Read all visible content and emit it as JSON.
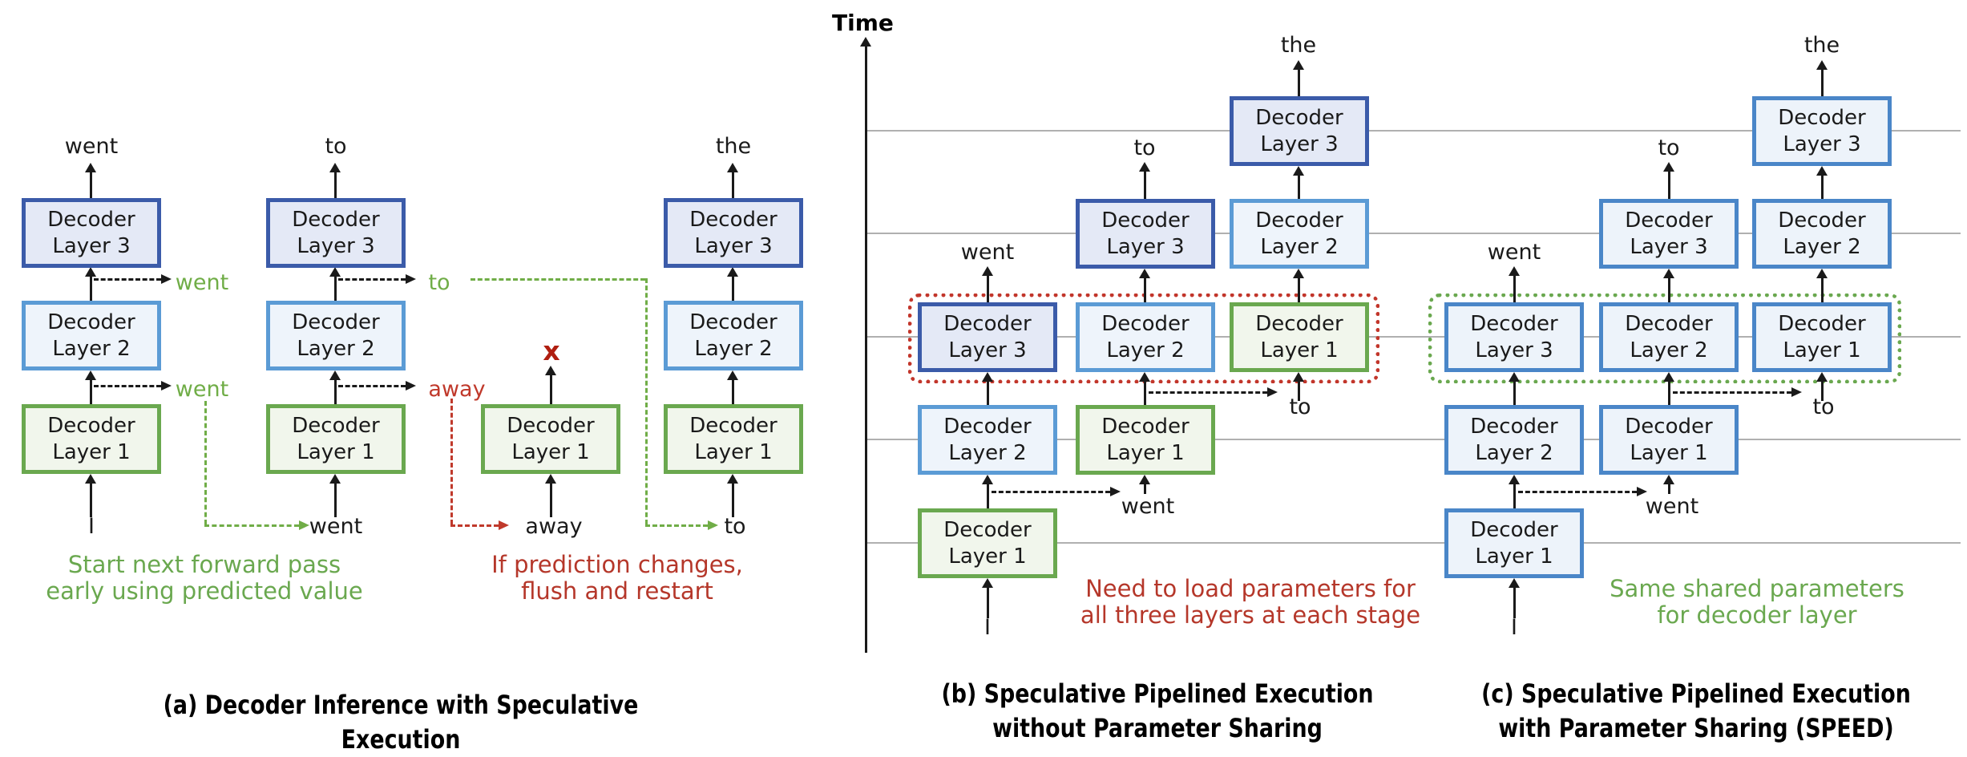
{
  "figure_title": "Speculative decoder execution figure",
  "labels": {
    "decoder_layer_1": "Decoder Layer 1",
    "decoder_layer_2": "Decoder Layer 2",
    "decoder_layer_3": "Decoder Layer 3"
  },
  "time_axis": {
    "label": "Time"
  },
  "panel_a": {
    "caption": "(a) Decoder Inference with Speculative Execution",
    "col1": {
      "input": "I",
      "output": "went",
      "spec_after_l1": "went",
      "spec_after_l2": "went"
    },
    "col2": {
      "input": "went",
      "output": "to",
      "spec_after_l1": "away",
      "spec_after_l2": "to"
    },
    "col3": {
      "input": "away",
      "flush_marker": "x"
    },
    "col4": {
      "input": "to",
      "output": "the"
    },
    "note_green": [
      "Start next forward pass",
      "early using predicted value"
    ],
    "note_red": [
      "If prediction changes,",
      "flush and restart"
    ]
  },
  "panel_b": {
    "caption": [
      "(b) Speculative Pipelined Execution",
      "without Parameter Sharing"
    ],
    "output_1": "went",
    "output_2": "to",
    "output_3": "the",
    "input": "I",
    "spec_token_1": "went",
    "spec_token_2": "to",
    "note_red": [
      "Need to load parameters for",
      "all three layers at each stage"
    ]
  },
  "panel_c": {
    "caption": [
      "(c) Speculative Pipelined Execution",
      "with Parameter Sharing (SPEED)"
    ],
    "output_1": "went",
    "output_2": "to",
    "output_3": "the",
    "input": "I",
    "spec_token_1": "went",
    "spec_token_2": "to",
    "note_green": [
      "Same shared parameters",
      "for decoder layer"
    ]
  },
  "colors": {
    "green": "#6aa84f",
    "red_text": "#b5372a",
    "red_marker": "#b01e10",
    "red_rect": "#c2362b",
    "l1_border": "#6aa84f",
    "l1_fill": "#f1f6ec",
    "l2_border": "#5b9bd5",
    "l2_fill": "#eef4fb",
    "l3_border": "#3b5ba9",
    "l3_fill": "#e4e9f6",
    "sh_border": "#4a86c8",
    "sh_fill": "#edf3fa",
    "stage_line": "#b0b0b0",
    "ink": "#1a1a1a"
  }
}
